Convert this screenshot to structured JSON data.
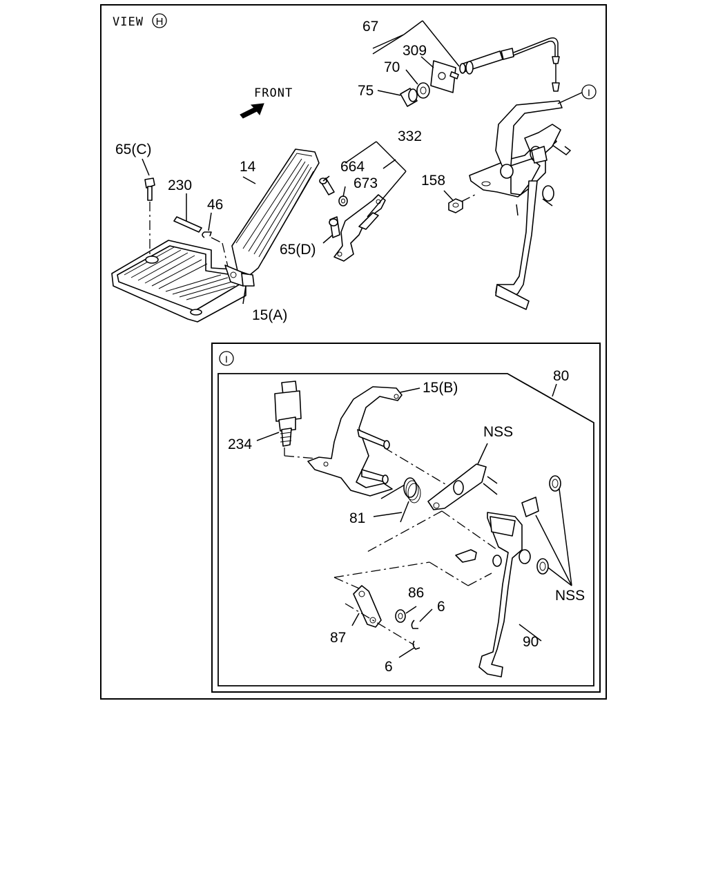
{
  "view_title": "VIEW",
  "view_marker": "H",
  "detail_marker": "I",
  "front_label": "FRONT",
  "labels": {
    "p67": "67",
    "p309": "309",
    "p70": "70",
    "p75": "75",
    "p332": "332",
    "p664": "664",
    "p673": "673",
    "p158": "158",
    "p14": "14",
    "p65c": "65(C)",
    "p230": "230",
    "p46": "46",
    "p65d": "65(D)",
    "p15a": "15(A)",
    "p80": "80",
    "p15b": "15(B)",
    "p234": "234",
    "nss1": "NSS",
    "p81": "81",
    "nss2": "NSS",
    "p86": "86",
    "p6a": "6",
    "p87": "87",
    "p90": "90",
    "p6b": "6"
  }
}
